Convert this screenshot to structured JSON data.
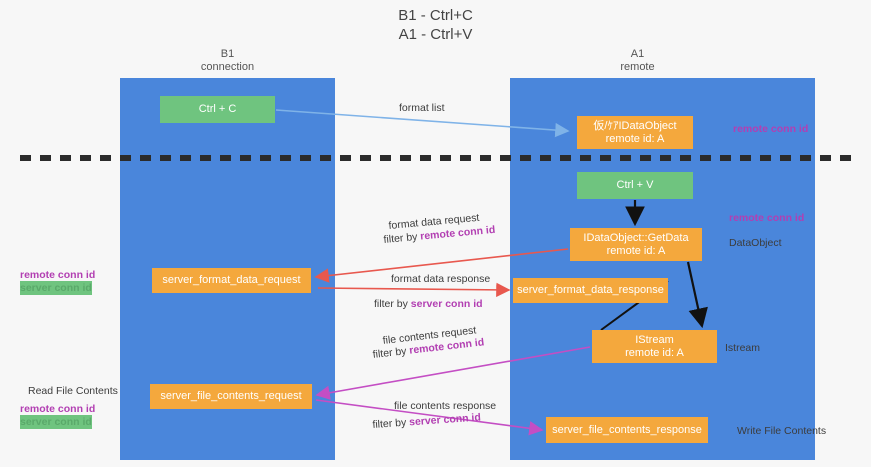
{
  "title": "B1 - Ctrl+C\nA1 - Ctrl+V",
  "lanes": {
    "b1": {
      "header": "B1\nconnection",
      "color": "#4a86db"
    },
    "a1": {
      "header": "A1\nremote",
      "color": "#4a86db"
    }
  },
  "nodes": {
    "ctrl_c": {
      "label": "Ctrl + C",
      "color": "#6fc47f"
    },
    "idataobject": {
      "label": "仮/ｹｱIDataObject\nremote id: A",
      "color": "#f4a83d"
    },
    "ctrl_v": {
      "label": "Ctrl + V",
      "color": "#6fc47f"
    },
    "getdata": {
      "label": "IDataObject::GetData\nremote id: A",
      "color": "#f4a83d"
    },
    "server_format_data_request": {
      "label": "server_format_data_request",
      "color": "#f4a83d"
    },
    "server_format_data_response": {
      "label": "server_format_data_response",
      "color": "#f4a83d"
    },
    "istream": {
      "label": "IStream\nremote id: A",
      "color": "#f4a83d"
    },
    "server_file_contents_request": {
      "label": "server_file_contents_request",
      "color": "#f4a83d"
    },
    "server_file_contents_response": {
      "label": "server_file_contents_response",
      "color": "#f4a83d"
    }
  },
  "edges": {
    "format_list": {
      "label": "format list",
      "color": "#7fb3e8"
    },
    "format_data_request": {
      "label": "format data request",
      "color": "#e8584e"
    },
    "format_data_request_filter_prefix": "filter by ",
    "format_data_request_filter_key": "remote conn id",
    "format_data_response": {
      "label": "format data response",
      "color": "#e8584e"
    },
    "format_data_response_filter_prefix": "filter by ",
    "format_data_response_filter_key": "server conn id",
    "file_contents_request": {
      "label": "file contents request",
      "color": "#c44ec4"
    },
    "file_contents_request_filter_prefix": "filter by ",
    "file_contents_request_filter_key": "remote conn id",
    "file_contents_response": {
      "label": "file contents response",
      "color": "#c44ec4"
    },
    "file_contents_response_filter_prefix": "filter by ",
    "file_contents_response_filter_key": "server conn id"
  },
  "annotations": {
    "remote_conn_id": "remote conn id",
    "server_conn_id": "server conn id",
    "data_object": "DataObject",
    "istream": "Istream",
    "read_file_contents": "Read File Contents",
    "write_file_contents": "Write File Contents"
  },
  "colors": {
    "purple": "#b23fb2",
    "green_text": "#5aa96a",
    "lane_blue": "#4a86db",
    "node_orange": "#f4a83d",
    "node_green": "#6fc47f",
    "divider": "#2b2b2b",
    "arrow_blue": "#7fb3e8",
    "arrow_red": "#e8584e",
    "arrow_magenta": "#c44ec4",
    "arrow_black": "#111111"
  }
}
